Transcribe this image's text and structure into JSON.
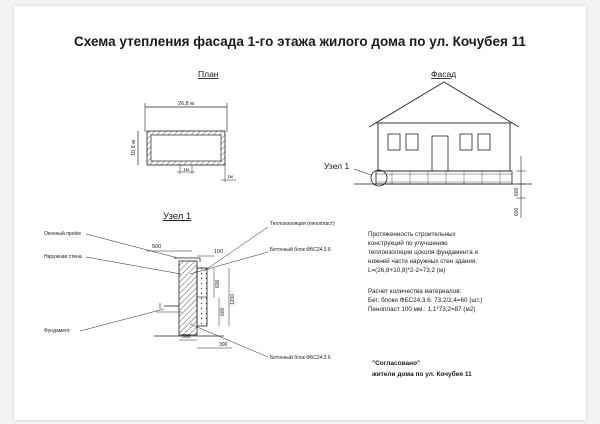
{
  "title": "Схема утепления фасада 1-го этажа жилого дома по ул. Кочубея 11",
  "plan": {
    "label": "План",
    "dim_width": "26,8 м",
    "dim_height": "10,8 м",
    "dim_gap_a": "1м",
    "dim_gap_b": "1м"
  },
  "facade": {
    "label": "Фасад",
    "node_callout": "Узел 1",
    "dim_a": "600",
    "dim_b": "600"
  },
  "node": {
    "label": "Узел 1",
    "left_labels": [
      "Оконный проём",
      "Наружная стена",
      "Фундамент"
    ],
    "right_labels": [
      "Теплоизоляция (пенопласт)",
      "Бетонный блок ФБС24.3.6",
      "Бетонный блок ФБС24.3.6"
    ],
    "dims": {
      "top": "500",
      "insulation": "100",
      "block_upper": "600",
      "total_height": "1200",
      "block_lower": "600",
      "bottom_width": "600",
      "bottom_offset": "300"
    }
  },
  "notes": {
    "length_lines": [
      "Протяженность строительных",
      "конструкций по улучшению",
      "теплоизоляции цоколя фундамента и",
      "нижней части наружных стен здания:",
      "L=(26,8+10,8)*2-2=73,2 (м)"
    ],
    "materials_lines": [
      "Расчет количества материалов:",
      "Бет. блоки ФБС24.3.6: 73,2/2,4=60 (шт.)",
      "Пенопласт 100 мм.: 1,1*73,2=87 (м2)"
    ]
  },
  "approval": {
    "title": "\"Согласовано\"",
    "subtitle": "жители дома по ул. Кочубея 11"
  }
}
